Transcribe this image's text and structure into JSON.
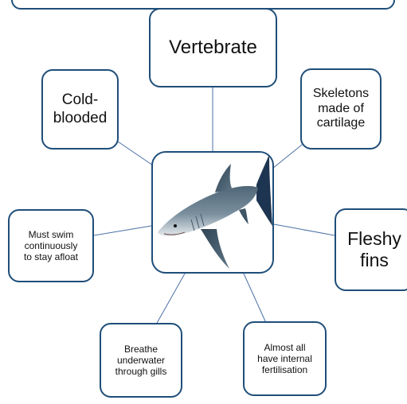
{
  "diagram": {
    "center_image": "shark-image",
    "accent_color": "#1f4e79",
    "nodes": {
      "vertebrate": "Vertebrate",
      "cold_blooded": "Cold-\nblooded",
      "skeletons": "Skeletons\nmade of\ncartilage",
      "fleshy_fins": "Fleshy\nfins",
      "must_swim": "Must swim\ncontinuously\nto stay afloat",
      "breathe": "Breathe\nunderwater\nthrough gills",
      "fertilisation": "Almost all\nhave internal\nfertilisation"
    }
  }
}
